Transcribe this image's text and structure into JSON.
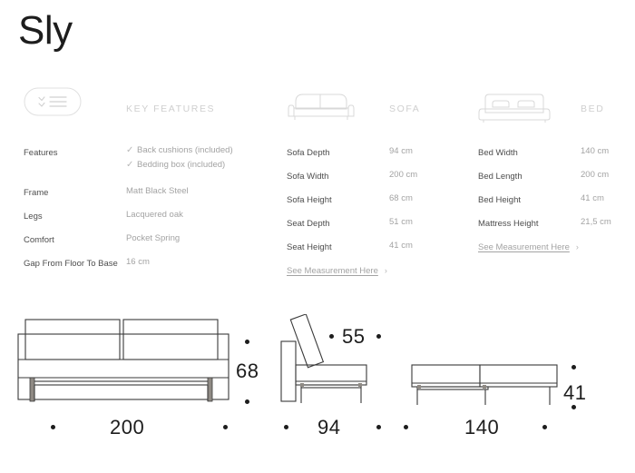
{
  "title": "Sly",
  "columns": {
    "features": {
      "icon": "checklist-pill-icon",
      "header": "KEY FEATURES",
      "rows": [
        {
          "label": "Features",
          "checks": [
            "Back cushions (included)",
            "Bedding box (included)"
          ],
          "check_glyph": "✓"
        },
        {
          "label": "Frame",
          "value": "Matt Black Steel"
        },
        {
          "label": "Legs",
          "value": "Lacquered oak"
        },
        {
          "label": "Comfort",
          "value": "Pocket Spring"
        },
        {
          "label": "Gap From Floor To Base",
          "value": "16 cm"
        }
      ]
    },
    "sofa": {
      "icon": "sofa-icon",
      "header": "SOFA",
      "rows": [
        {
          "label": "Sofa Depth",
          "value": "94 cm"
        },
        {
          "label": "Sofa Width",
          "value": "200 cm"
        },
        {
          "label": "Sofa Height",
          "value": "68 cm"
        },
        {
          "label": "Seat Depth",
          "value": "51 cm"
        },
        {
          "label": "Seat Height",
          "value": "41 cm"
        }
      ],
      "link": {
        "text": "See Measurement Here",
        "chevron": "›"
      }
    },
    "bed": {
      "icon": "bed-icon",
      "header": "BED",
      "rows": [
        {
          "label": "Bed Width",
          "value": "140 cm"
        },
        {
          "label": "Bed Length",
          "value": "200 cm"
        },
        {
          "label": "Bed Height",
          "value": "41 cm"
        },
        {
          "label": "Mattress Height",
          "value": "21,5 cm"
        }
      ],
      "link": {
        "text": "See Measurement Here",
        "chevron": "›"
      }
    }
  },
  "drawings": {
    "front": {
      "name": "sofa-front-view",
      "width_dim": "200",
      "height_dim": "68"
    },
    "side": {
      "name": "sofa-side-view",
      "depth_dim": "94",
      "back_dim": "55"
    },
    "bed": {
      "name": "bed-flat-view",
      "width_dim": "140",
      "height_dim": "41"
    }
  },
  "colors": {
    "text_dark": "#1d1d1d",
    "label": "#4d4d4d",
    "value": "#a3a3a3",
    "header": "#cfcfcf",
    "line": "#3a3a3a",
    "icon_outline": "#d8d8d8"
  }
}
